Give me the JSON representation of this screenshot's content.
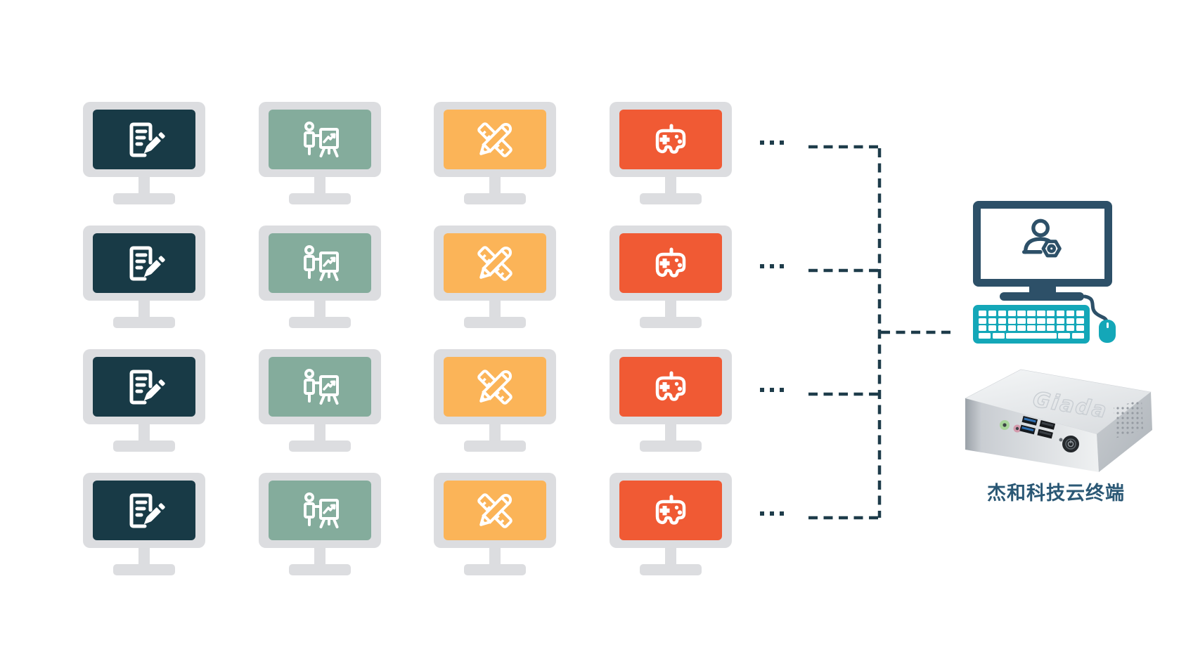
{
  "colors": {
    "frame": "#dcdde0",
    "connector": "#1e3c4a",
    "navy": "#2d5068",
    "teal": "#14a7b8",
    "label": "#2b5875",
    "background": "#ffffff"
  },
  "grid": {
    "rows": 4,
    "row_ellipsis": "...",
    "columns": [
      {
        "id": "document",
        "icon": "document-edit-icon",
        "screen_color": "#183a46"
      },
      {
        "id": "presentation",
        "icon": "presentation-chart-icon",
        "screen_color": "#84ac9c"
      },
      {
        "id": "design",
        "icon": "ruler-pencil-icon",
        "screen_color": "#fbb458"
      },
      {
        "id": "gaming",
        "icon": "gamepad-icon",
        "screen_color": "#f05a34"
      }
    ]
  },
  "terminal": {
    "label": "杰和科技云终端",
    "screen_icon": "user-gear-icon",
    "device_logo": "Giada"
  }
}
